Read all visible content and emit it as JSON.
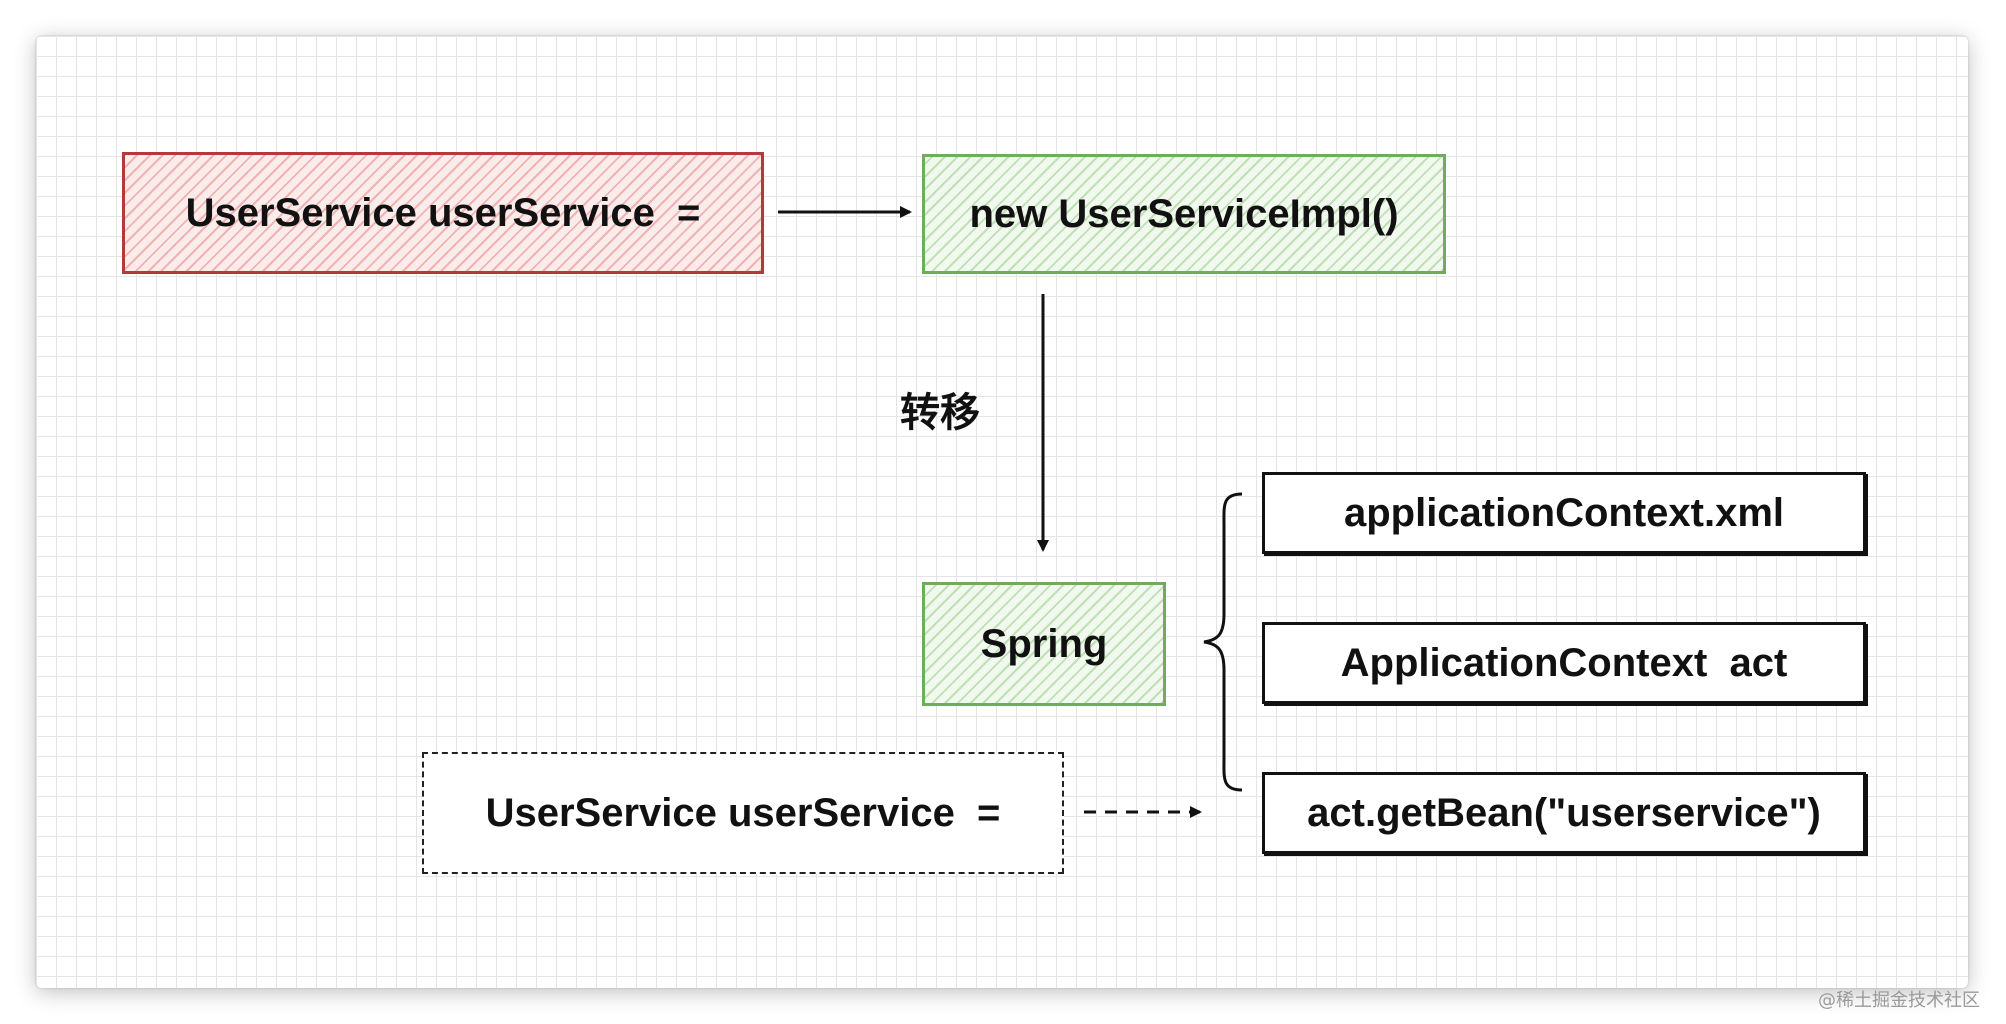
{
  "nodes": {
    "left_declaration": "UserService userService  =",
    "impl_instance": "new UserServiceImpl()",
    "transfer_label": "转移",
    "spring": "Spring",
    "xml_config": "applicationContext.xml",
    "context_var": "ApplicationContext  act",
    "get_bean": "act.getBean(\"userservice\")",
    "bottom_declaration": "UserService userService  ="
  },
  "colors": {
    "red_stroke": "#b23a3a",
    "red_fill": "#fbecec",
    "green_stroke": "#6fac5c",
    "green_fill": "#f1f8ee",
    "line": "#111111"
  },
  "watermark": "@稀土掘金技术社区"
}
